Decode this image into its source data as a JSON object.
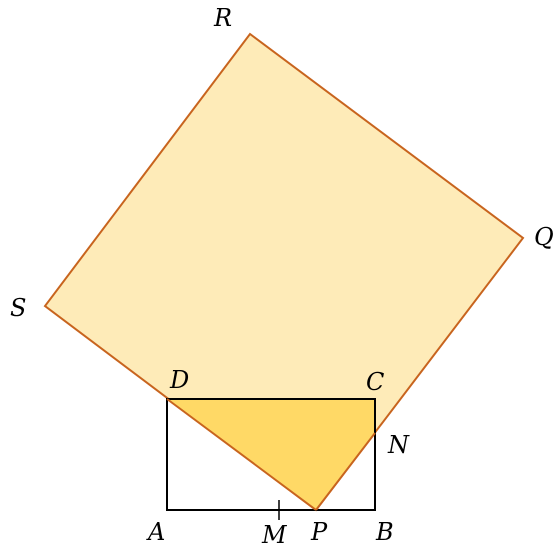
{
  "labels": {
    "R": "R",
    "Q": "Q",
    "S": "S",
    "D": "D",
    "C": "C",
    "N": "N",
    "A": "A",
    "M": "M",
    "P": "P",
    "B": "B"
  },
  "colors": {
    "square_fill": "#FEEBB8",
    "square_stroke": "#C8641E",
    "overlap_fill": "#FFD966",
    "rectangle_stroke": "#000000",
    "label_color": "#000000"
  }
}
